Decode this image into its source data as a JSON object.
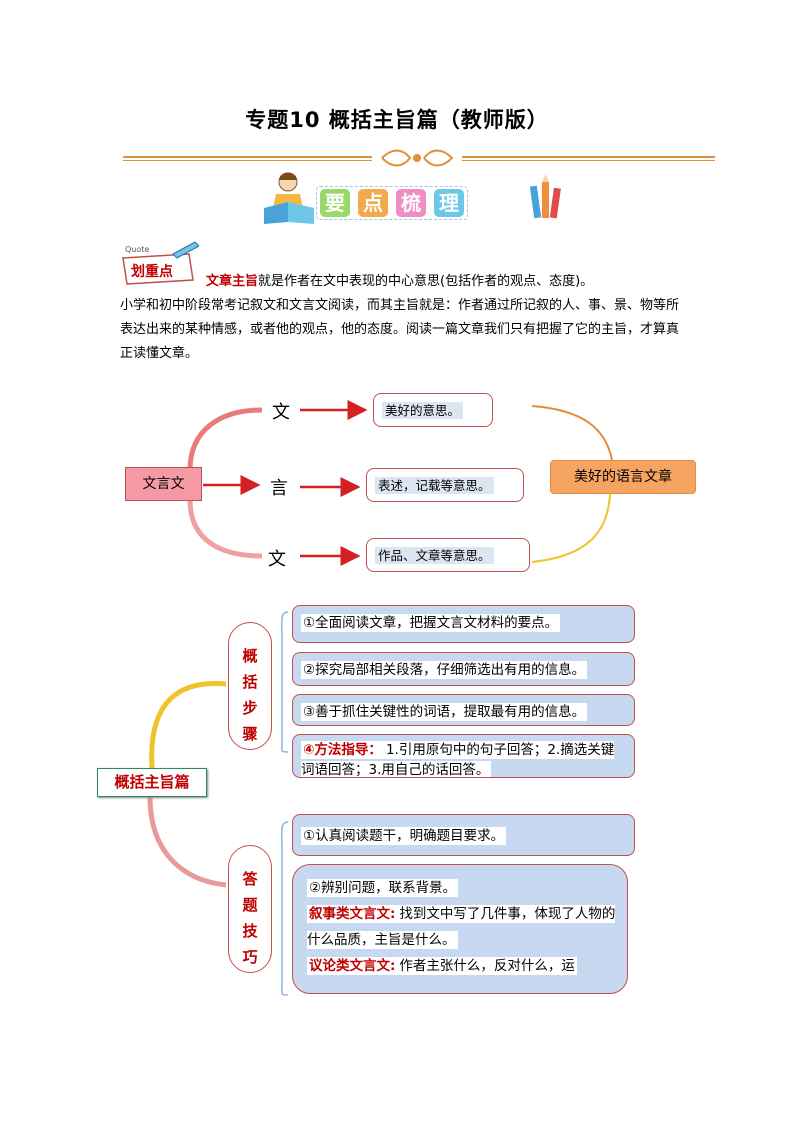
{
  "title": "专题10  概括主旨篇（教师版）",
  "banner": {
    "chars": [
      "要",
      "点",
      "梳",
      "理"
    ]
  },
  "quote_badge": {
    "label": "划重点",
    "small": "Quote"
  },
  "intro": {
    "term": "文章主旨",
    "line1_rest": "就是作者在文中表现的中心意思(包括作者的观点、态度)。",
    "body": "小学和初中阶段常考记叙文和文言文阅读，而其主旨就是：作者通过所记叙的人、事、景、物等所表达出来的某种情感，或者他的观点，他的态度。阅读一篇文章我们只有把握了它的主旨，才算真正读懂文章。"
  },
  "diagram1": {
    "root": "文言文",
    "chars": [
      "文",
      "言",
      "文"
    ],
    "meanings": [
      "美好的意思。",
      "表述，记载等意思。",
      "作品、文章等意思。"
    ],
    "result": "美好的语言文章"
  },
  "diagram2": {
    "root": "概括主旨篇",
    "branch1": {
      "label": "概括步骤",
      "steps": [
        "①全面阅读文章，把握文言文材料的要点。",
        "②探究局部相关段落，仔细筛选出有用的信息。",
        "③善于抓住关键性的词语，提取最有用的信息。"
      ],
      "step4_head": "④方法指导：",
      "step4_body": "1.引用原句中的句子回答；2.摘选关键词语回答；3.用自己的话回答。"
    },
    "branch2": {
      "label": "答题技巧",
      "step1": "①认真阅读题干，明确题目要求。",
      "step2": "②辨别问题，联系背景。",
      "narr_head": "叙事类文言文:",
      "narr_body": "找到文中写了几件事，体现了人物的什么品质，主旨是什么。",
      "arg_head": "议论类文言文:",
      "arg_body": "作者主张什么，反对什么，运"
    }
  },
  "colors": {
    "rule": "#e0913a",
    "red": "#c00000",
    "box_fill": "#c6d9f0",
    "pink": "#f59aa5",
    "orange": "#f6a461"
  }
}
